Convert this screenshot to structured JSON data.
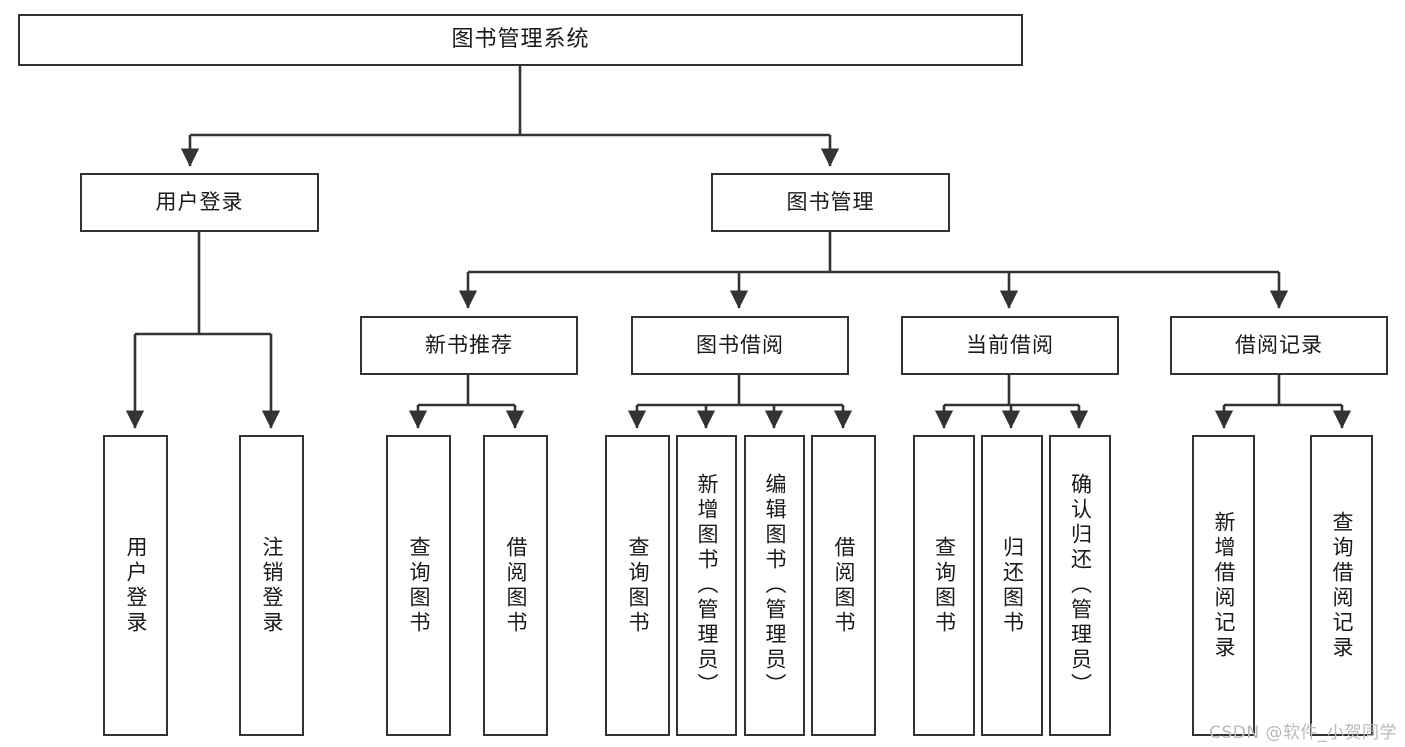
{
  "diagram": {
    "title": "图书管理系统",
    "root": {
      "label": "图书管理系统"
    },
    "level1": [
      {
        "label": "用户登录"
      },
      {
        "label": "图书管理"
      }
    ],
    "level2": [
      {
        "label": "新书推荐"
      },
      {
        "label": "图书借阅"
      },
      {
        "label": "当前借阅"
      },
      {
        "label": "借阅记录"
      }
    ],
    "leaves": {
      "user_login": [
        {
          "label": "用户登录"
        },
        {
          "label": "注销登录"
        }
      ],
      "new_book_recommend": [
        {
          "label": "查询图书"
        },
        {
          "label": "借阅图书"
        }
      ],
      "book_borrow": [
        {
          "label": "查询图书"
        },
        {
          "label": "新增图书（管理员）"
        },
        {
          "label": "编辑图书（管理员）"
        },
        {
          "label": "借阅图书"
        }
      ],
      "current_borrow": [
        {
          "label": "查询图书"
        },
        {
          "label": "归还图书"
        },
        {
          "label": "确认归还（管理员）"
        }
      ],
      "borrow_record": [
        {
          "label": "新增借阅记录"
        },
        {
          "label": "查询借阅记录"
        }
      ]
    },
    "watermark": "CSDN @软件_小贺同学",
    "colors": {
      "border": "#333333",
      "text": "#1a1a1a",
      "background": "#ffffff",
      "watermark": "#b9b9b9"
    }
  }
}
